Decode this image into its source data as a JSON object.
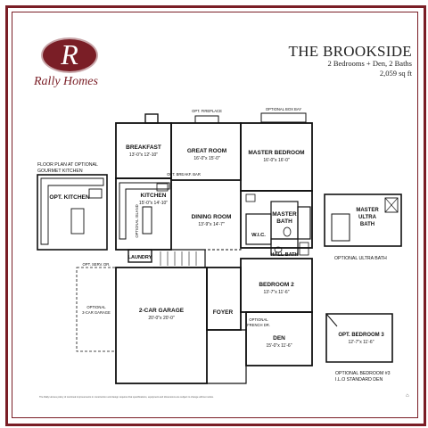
{
  "brand": {
    "logo_letter": "R",
    "name": "Rally Homes",
    "color": "#7a1e26"
  },
  "plan_title": "THE BROOKSIDE",
  "plan_subtitle": "2 Bedrooms + Den, 2 Baths",
  "plan_sqft": "2,059 sq ft",
  "notes": {
    "opt_kitchen_caption": [
      "FLOOR PLAN AT OPTIONAL",
      "GOURMET KITCHEN"
    ],
    "opt_ultra_bath_caption": "OPTIONAL ULTRA BATH",
    "opt_bedroom3_caption": [
      "OPTIONAL BEDROOM #3",
      "I.L.O STANDARD DEN"
    ],
    "disclaimer": "The Rally Homes policy of continual improvements in construction and design requires that specifications, equipment and dimensions are subject to change without notice."
  },
  "rooms": {
    "breakfast": {
      "name": "BREAKFAST",
      "dim": "13'-0\"x 12'-10\""
    },
    "great_room": {
      "name": "GREAT ROOM",
      "dim": "16'-0\"x 15'-0\""
    },
    "master_bedroom": {
      "name": "MASTER BEDROOM",
      "dim": "16'-0\"x 16'-0\""
    },
    "kitchen": {
      "name": "KITCHEN",
      "dim": "15'-0\"x 14'-10\""
    },
    "dining_room": {
      "name": "DINING ROOM",
      "dim": "13'-9\"x 14'-7\""
    },
    "master_bath": {
      "name": [
        "MASTER",
        "BATH"
      ]
    },
    "wic": {
      "name": "W.I.C."
    },
    "hall_bath": {
      "name": "HALL BATH"
    },
    "laundry": {
      "name": "LAUNDRY"
    },
    "garage": {
      "name": "2-CAR GARAGE",
      "dim": "20'-0\"x 20'-0\""
    },
    "foyer": {
      "name": "FOYER"
    },
    "bedroom2": {
      "name": "BEDROOM 2",
      "dim": "13'-7\"x 11'-6\""
    },
    "den": {
      "name": "DEN",
      "dim": "15'-0\"x 11'-6\""
    },
    "opt_kitchen": {
      "name": "OPT. KITCHEN"
    },
    "master_ultra_bath": {
      "name": [
        "MASTER",
        "ULTRA",
        "BATH"
      ]
    },
    "opt_bedroom3": {
      "name": "OPT. BEDROOM 3",
      "dim": "12'-7\"x 11'-6\""
    }
  },
  "labels": {
    "opt_fireplace": "OPT. FIREPLACE",
    "optional_box_bay": "OPTIONAL BOX BAY",
    "opt_break_bar": "OPT. BREAKF. BAR",
    "optional_island": "OPTIONAL ISLAND",
    "opt_serv_dr": "OPT. SERV. DR.",
    "optional_3car_garage": [
      "OPTIONAL",
      "3-CAR GARAGE"
    ],
    "optional_french_dr": [
      "OPTIONAL",
      "FRENCH DR."
    ]
  }
}
